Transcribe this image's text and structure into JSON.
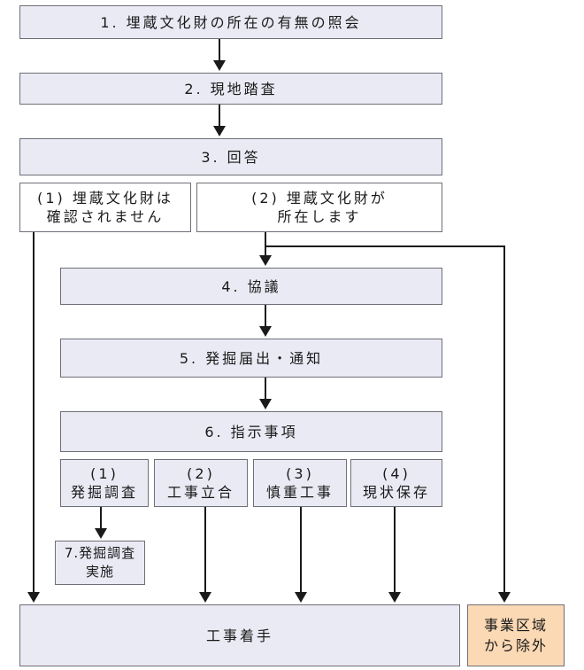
{
  "colors": {
    "box_fill": "#e9eaf4",
    "outline": "#6f6f78",
    "highlight_fill": "#fbd9b4",
    "arrow": "#1a1a1a"
  },
  "steps": {
    "s1": "1. 埋蔵文化財の所在の有無の照会",
    "s2": "2. 現地踏査",
    "s3": "3. 回答",
    "r1": [
      "(1) 埋蔵文化財は",
      "確認されません"
    ],
    "r2": [
      "(2) 埋蔵文化財が",
      "所在します"
    ],
    "s4": "4. 協議",
    "s5": "5. 発掘届出・通知",
    "s6": "6. 指示事項",
    "i1": [
      "(1)",
      "発掘調査"
    ],
    "i2": [
      "(2)",
      "工事立合"
    ],
    "i3": [
      "(3)",
      "慎重工事"
    ],
    "i4": [
      "(4)",
      "現状保存"
    ],
    "s7": [
      "7.発掘調査",
      "実施"
    ],
    "construction": "工事着手",
    "exclude": [
      "事業区域",
      "から除外"
    ]
  }
}
